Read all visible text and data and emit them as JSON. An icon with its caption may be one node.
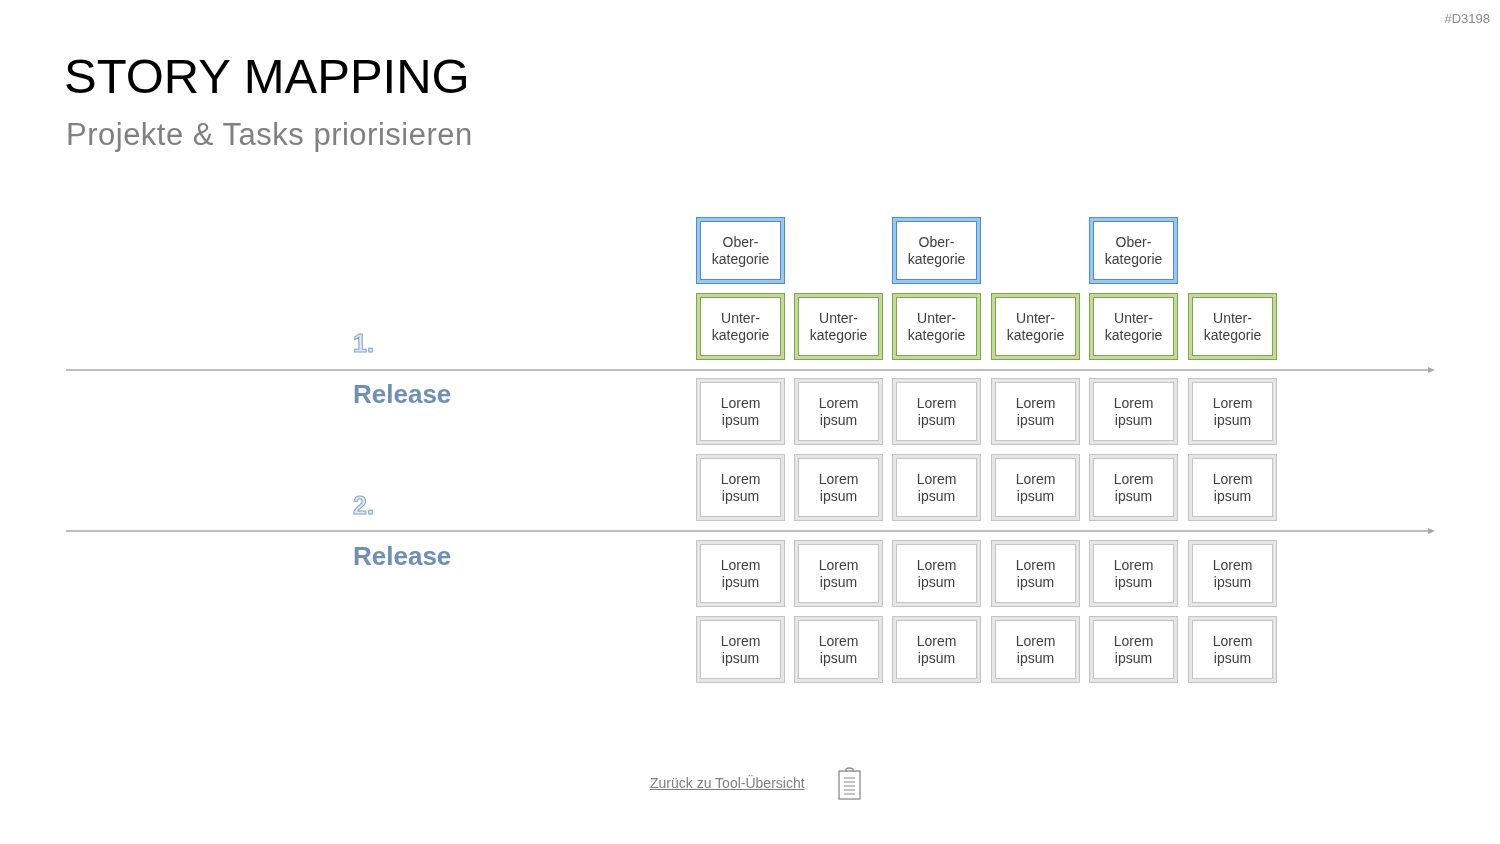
{
  "diagram": {
    "title": "STORY MAPPING",
    "nodes": [
      {
        "text": [
          "Ober- kategorie"
        ]
      },
      {
        "text": [
          "Ober- kategorie"
        ]
      },
      {
        "text": [
          "Ober- kategorie"
        ]
      },
      {
        "text": [
          "Unter- kategorie"
        ]
      },
      {
        "text": [
          "Unter- kategorie"
        ]
      },
      {
        "text": [
          "Unter- kategorie"
        ]
      },
      {
        "text": [
          "Unter- kategorie"
        ]
      },
      {
        "text": [
          "Unter- kategorie"
        ]
      },
      {
        "text": [
          "Unter- kategorie"
        ]
      },
      {
        "text": [
          "Lorem ipsum"
        ]
      },
      {
        "text": [
          "Lorem ipsum"
        ]
      },
      {
        "text": [
          "Lorem ipsum"
        ]
      },
      {
        "text": [
          "Lorem ipsum"
        ]
      },
      {
        "text": [
          "Lorem ipsum"
        ]
      },
      {
        "text": [
          "Lorem ipsum"
        ]
      },
      {
        "text": [
          "Lorem ipsum"
        ]
      },
      {
        "text": [
          "Lorem ipsum"
        ]
      },
      {
        "text": [
          "Lorem ipsum"
        ]
      },
      {
        "text": [
          "Lorem ipsum"
        ]
      },
      {
        "text": [
          "Lorem ipsum"
        ]
      },
      {
        "text": [
          "Lorem ipsum"
        ]
      },
      {
        "text": [
          "Lorem ipsum"
        ]
      },
      {
        "text": [
          "Lorem ipsum"
        ]
      },
      {
        "text": [
          "Lorem ipsum"
        ]
      },
      {
        "text": [
          "Lorem ipsum"
        ]
      },
      {
        "text": [
          "Lorem ipsum"
        ]
      },
      {
        "text": [
          "Lorem ipsum"
        ]
      },
      {
        "text": [
          "Lorem ipsum"
        ]
      },
      {
        "text": [
          "Lorem ipsum"
        ]
      },
      {
        "text": [
          "Lorem ipsum"
        ]
      },
      {
        "text": [
          "Lorem ipsum"
        ]
      },
      {
        "text": [
          "Lorem ipsum"
        ]
      },
      {
        "text": [
          "Lorem ipsum"
        ]
      }
    ],
    "labels": [
      "#D3198",
      "Projekte & Tasks priorisieren",
      "1.",
      "Release",
      "2.",
      "Release",
      "Zurück zu Tool-Übersicht"
    ]
  }
}
